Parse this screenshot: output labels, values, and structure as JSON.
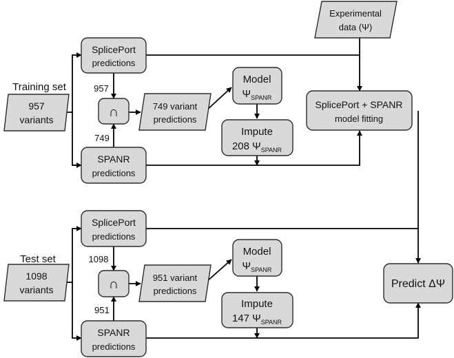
{
  "nodes": {
    "experimental_data": {
      "line1": "Experimental",
      "line2": "data (Ψ)"
    },
    "training_section": {
      "label": "Training set"
    },
    "training_variants": {
      "line1": "957",
      "line2": "variants"
    },
    "train_spliceport": {
      "line1": "SplicePort",
      "line2": "predictions"
    },
    "train_spanr": {
      "line1": "SPANR",
      "line2": "predictions"
    },
    "train_intersect": {
      "symbol": "∩"
    },
    "train_variant_predictions": {
      "line1": "749 variant",
      "line2": "predictions"
    },
    "train_model": {
      "line1": "Model",
      "psi": "Ψ",
      "sub": "SPANR"
    },
    "train_impute": {
      "line1": "Impute",
      "prefix": "208 Ψ",
      "sub": "SPANR"
    },
    "model_fitting": {
      "line1": "SplicePort + SPANR",
      "line2": "model fitting"
    },
    "test_section": {
      "label": "Test set"
    },
    "test_variants": {
      "line1": "1098",
      "line2": "variants"
    },
    "test_spliceport": {
      "line1": "SplicePort",
      "line2": "predictions"
    },
    "test_spanr": {
      "line1": "SPANR",
      "line2": "predictions"
    },
    "test_intersect": {
      "symbol": "∩"
    },
    "test_variant_predictions": {
      "line1": "951 variant",
      "line2": "predictions"
    },
    "test_model": {
      "line1": "Model",
      "psi": "Ψ",
      "sub": "SPANR"
    },
    "test_impute": {
      "line1": "Impute",
      "prefix": "147 Ψ",
      "sub": "SPANR"
    },
    "predict": {
      "label": "Predict ΔΨ"
    }
  },
  "edge_labels": {
    "train_spliceport_count": "957",
    "train_spanr_count": "749",
    "test_spliceport_count": "1098",
    "test_spanr_count": "951"
  },
  "colors": {
    "node_fill": "#d9d9d9",
    "stroke": "#2b2b2b",
    "edge": "#000000"
  }
}
